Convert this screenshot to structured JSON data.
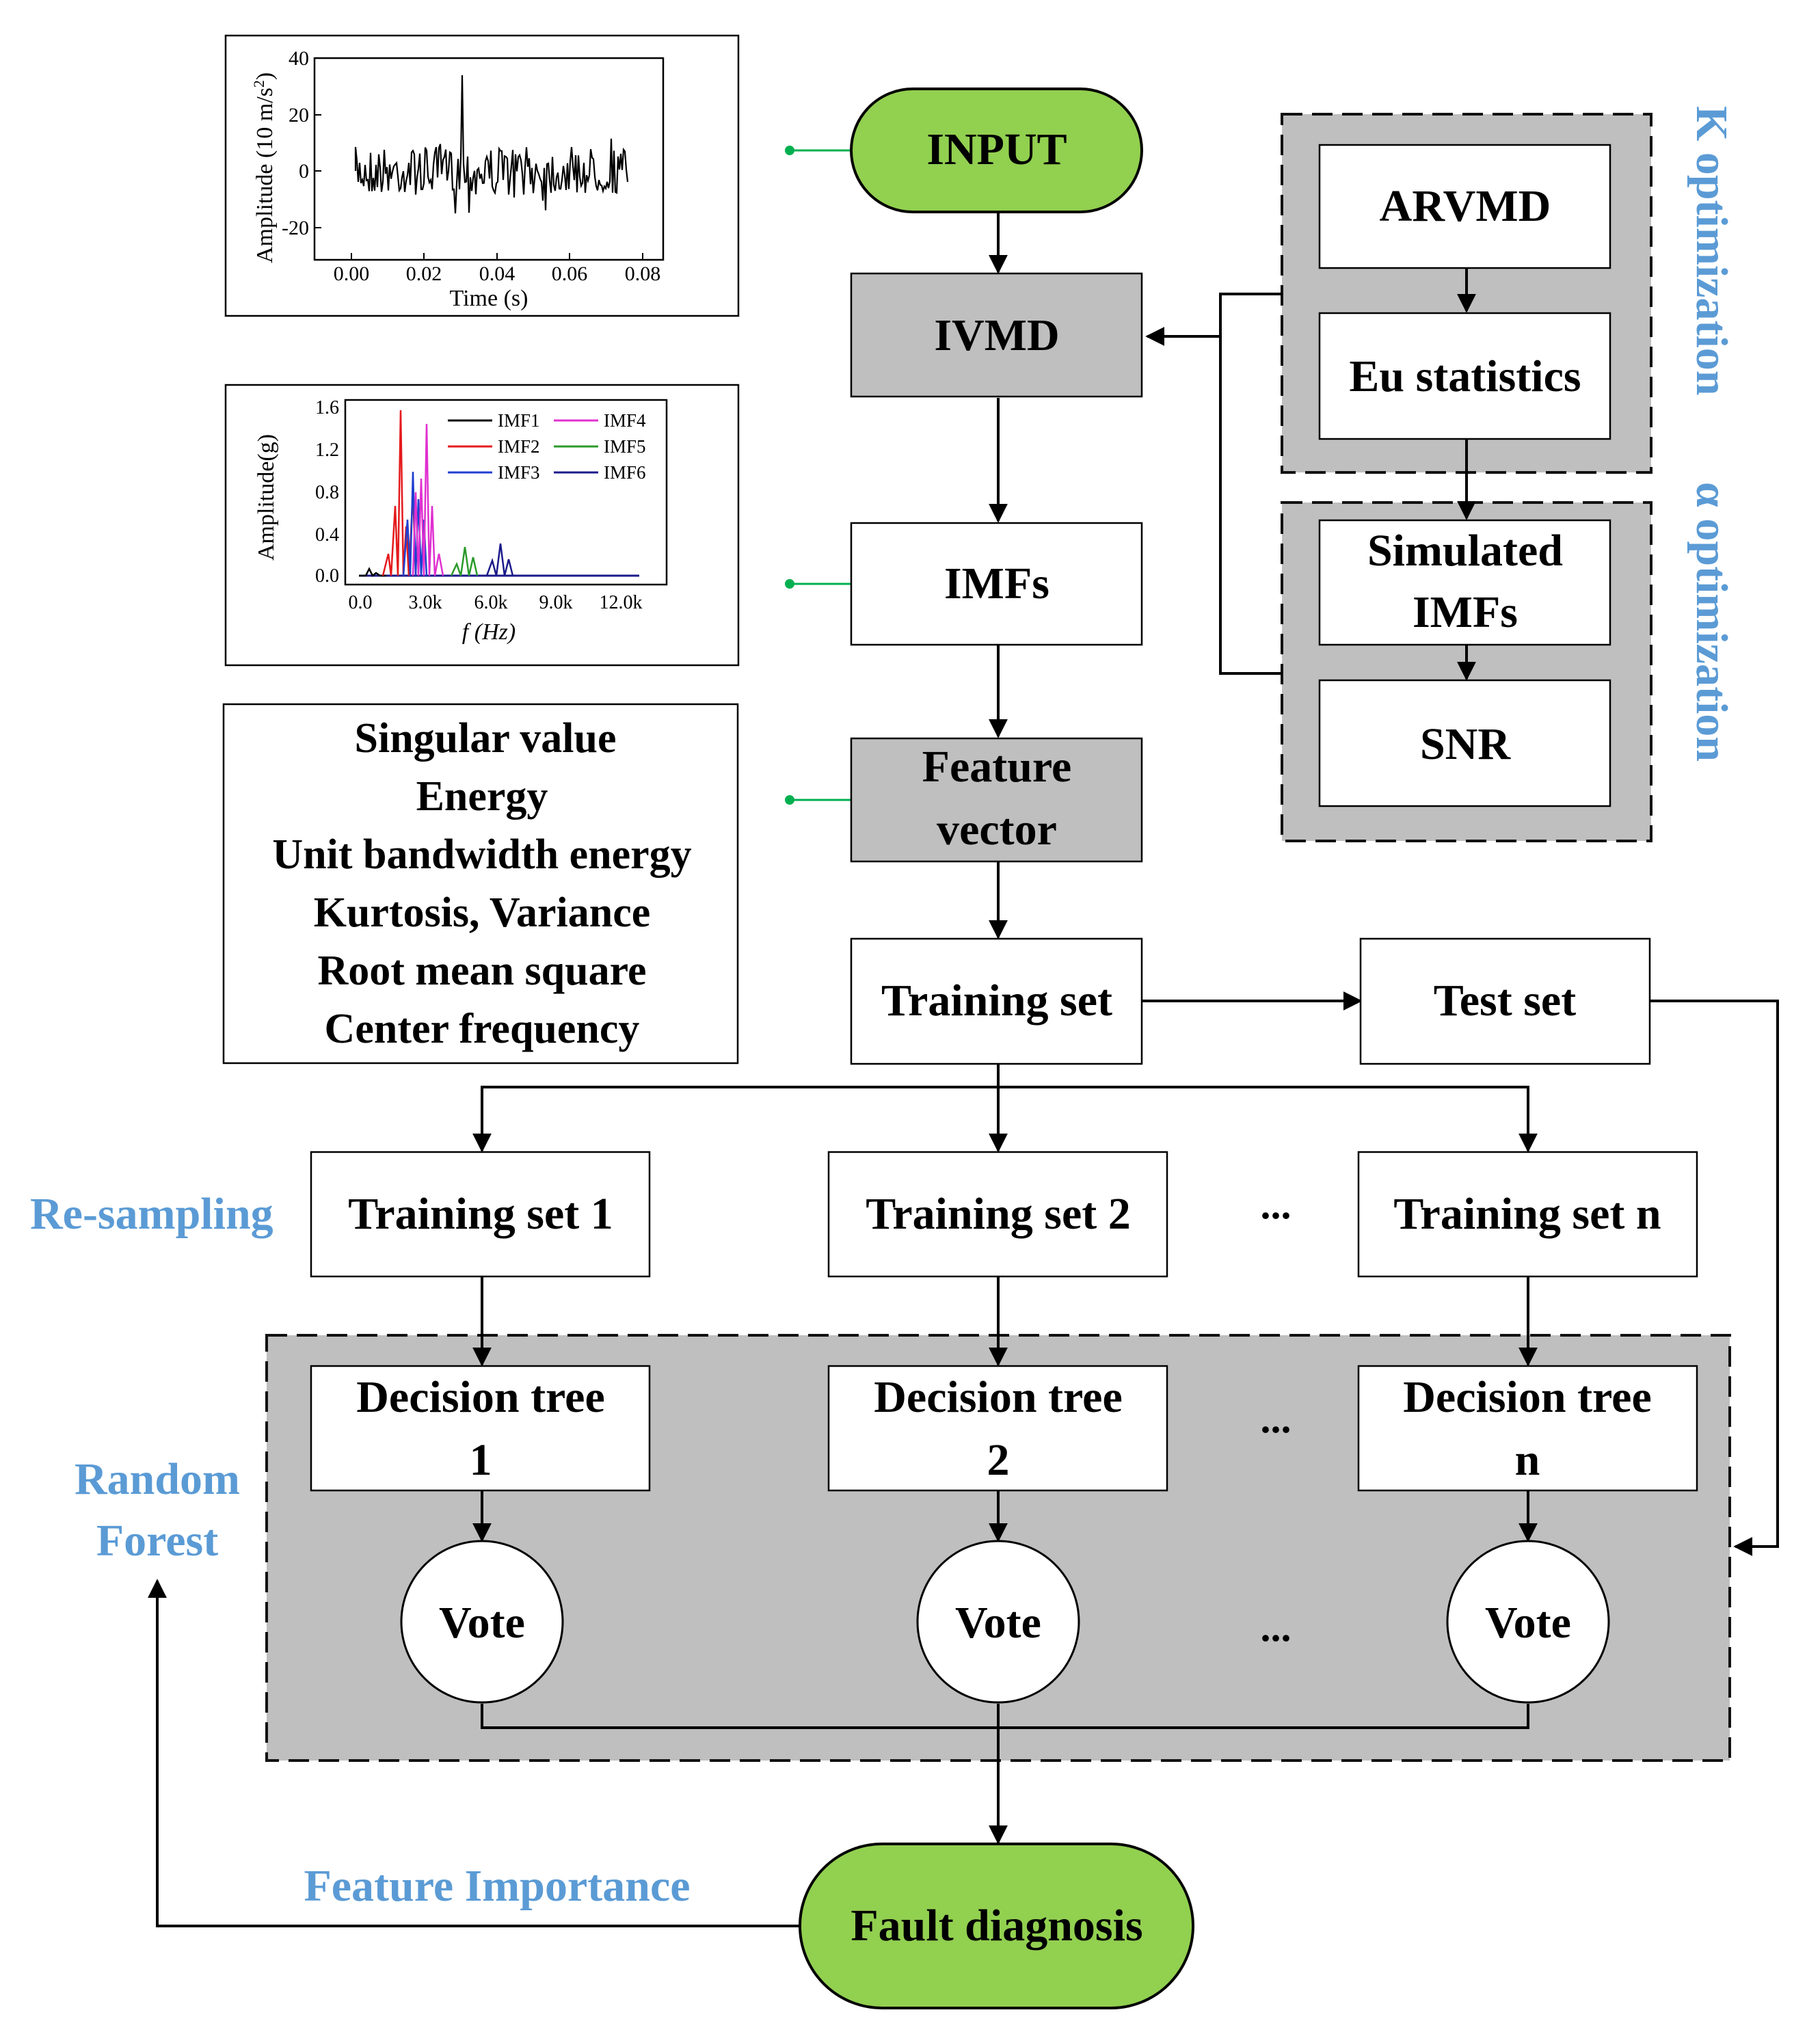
{
  "nodes": {
    "input": "INPUT",
    "ivmd": "IVMD",
    "imfs": "IMFs",
    "feature_vector": [
      "Feature",
      "vector"
    ],
    "training_set": "Training set",
    "test_set": "Test set",
    "training_sets": [
      "Training set 1",
      "Training set 2",
      "Training set n"
    ],
    "decision_trees": [
      [
        "Decision tree",
        "1"
      ],
      [
        "Decision tree",
        "2"
      ],
      [
        "Decision tree",
        "n"
      ]
    ],
    "vote": "Vote",
    "ellipsis": "...",
    "fault_diagnosis": "Fault diagnosis",
    "arvmd": "ARVMD",
    "eu_statistics": "Eu statistics",
    "simulated_imfs": [
      "Simulated",
      "IMFs"
    ],
    "snr": "SNR"
  },
  "labels": {
    "k_optimization": "K optimization",
    "alpha_optimization": "α  optimization",
    "resampling": "Re-sampling",
    "random_forest": [
      "Random",
      "Forest"
    ],
    "feature_importance": "Feature Importance"
  },
  "features_list": [
    "Singular value",
    "Energy",
    "Unit bandwidth energy",
    "Kurtosis, Variance",
    "Root mean square",
    "Center frequency"
  ],
  "chart_time": {
    "ylabel": "Amplitude (10 m/s",
    "ylabel_sup": "2",
    "ylabel_end": ")",
    "xlabel": "Time (s)",
    "xticks": [
      "0.00",
      "0.02",
      "0.04",
      "0.06",
      "0.08"
    ],
    "yticks": [
      "40",
      "20",
      "0",
      "-20"
    ]
  },
  "chart_spectrum": {
    "ylabel": "Amplitude(g)",
    "xlabel": "f (Hz)",
    "xticks": [
      "0.0",
      "3.0k",
      "6.0k",
      "9.0k",
      "12.0k"
    ],
    "yticks": [
      "1.6",
      "1.2",
      "0.8",
      "0.4",
      "0.0"
    ],
    "legend": [
      "IMF1",
      "IMF4",
      "IMF2",
      "IMF5",
      "IMF3",
      "IMF6"
    ]
  },
  "colors": {
    "accent_green": "#92d050",
    "label_blue": "#5b9bd5",
    "region_gray": "#bfbfbf",
    "imf1": "#000000",
    "imf2": "#e41a1c",
    "imf3": "#1f3fd0",
    "imf4": "#e030d0",
    "imf5": "#2a9a2a",
    "imf6": "#1a1a8a",
    "connector_dot": "#00b050"
  }
}
